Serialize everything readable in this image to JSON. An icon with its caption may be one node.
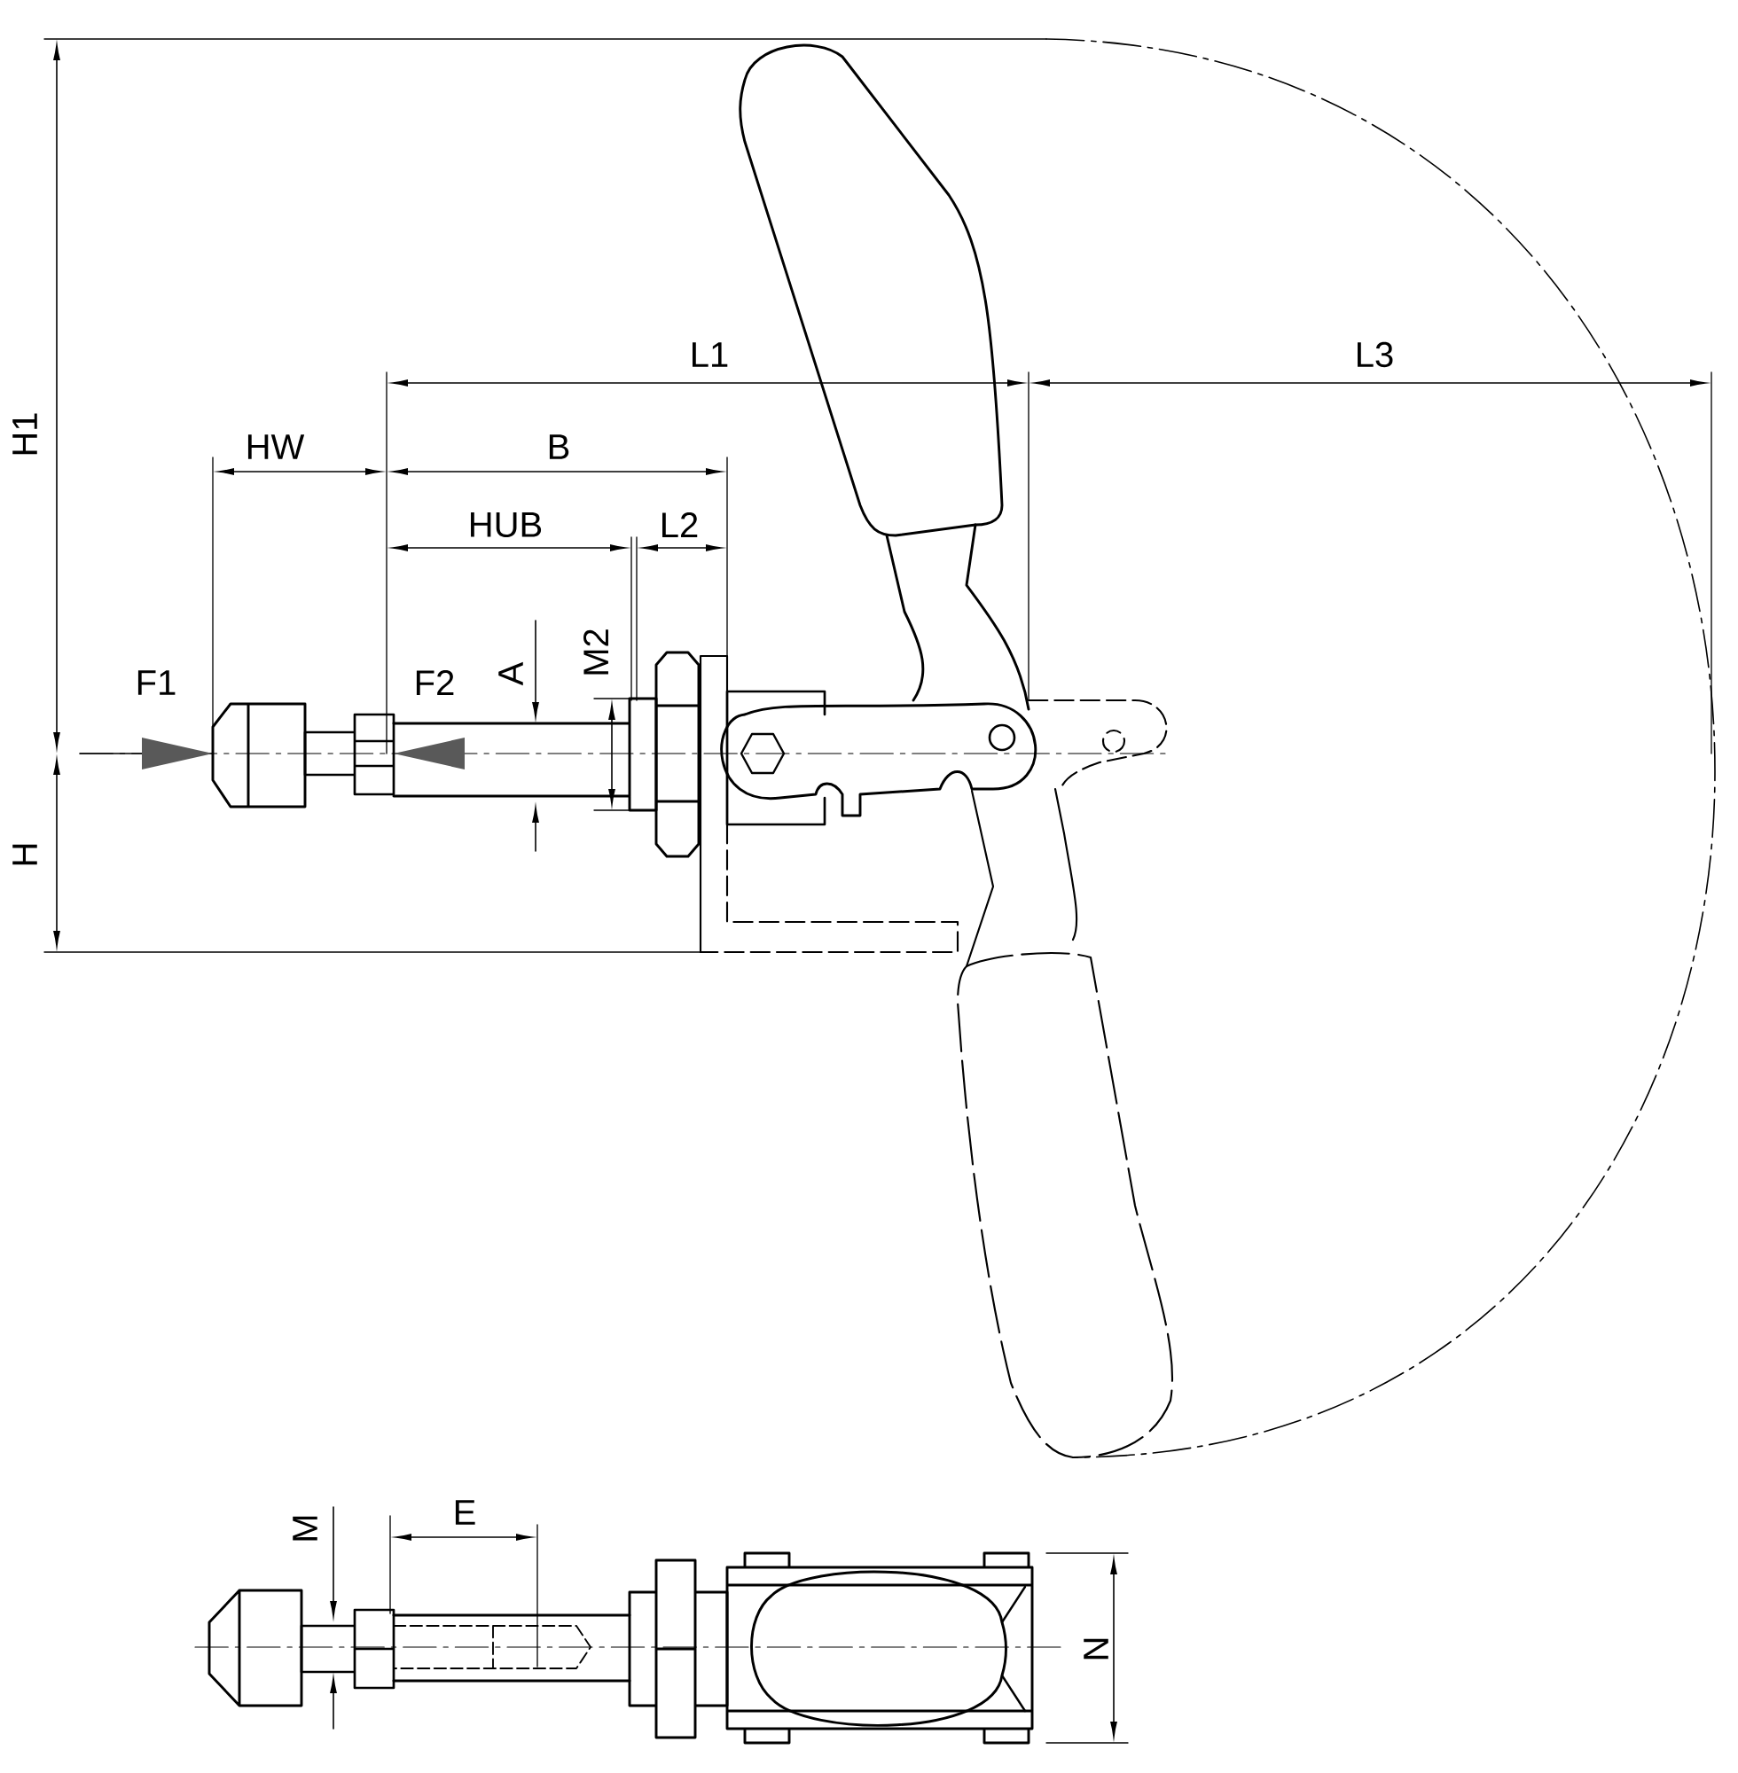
{
  "diagram": {
    "labels": [
      "H1",
      "L1",
      "L3",
      "HW",
      "B",
      "HUB",
      "L2",
      "A",
      "M2",
      "F1",
      "F2",
      "H",
      "E",
      "M",
      "N"
    ]
  }
}
